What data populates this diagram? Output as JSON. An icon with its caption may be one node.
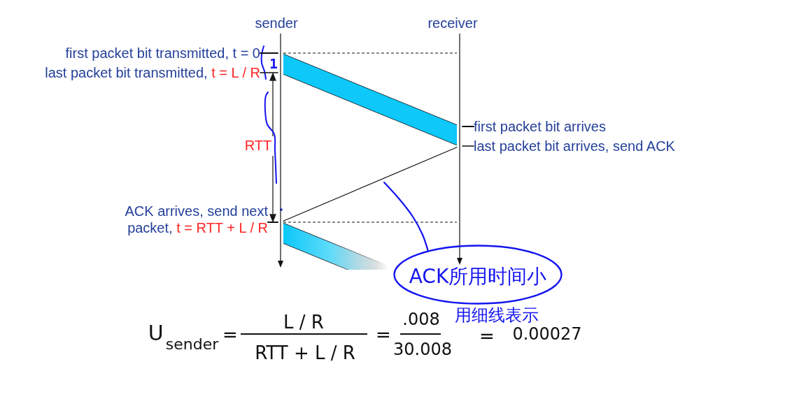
{
  "diagram": {
    "nodes": [
      {
        "text": [],
        "shape": "bar",
        "beside": [
          "sender"
        ]
      },
      {
        "text": [],
        "shape": "bar",
        "beside": [
          "receiver"
        ]
      },
      {
        "text": [
          "first packet bit transmitted, t = 0"
        ]
      },
      {
        "text": [
          "last packet bit transmitted,",
          "t = L / R"
        ]
      },
      {
        "text": [
          "first packet bit arrives"
        ]
      },
      {
        "text": [
          "last packet bit arrives, send ACK"
        ]
      },
      {
        "text": [
          "ACK arrives, send next packet,",
          "t = RTT + L / R"
        ]
      },
      {
        "text": [
          "ACK所用时间小"
        ],
        "beside": [
          "用细线表示"
        ]
      }
    ],
    "edges": [
      {
        "from": 2,
        "to": 0,
        "arrow": "none"
      },
      {
        "from": 3,
        "to": 0,
        "arrow": "none"
      },
      {
        "from": 4,
        "to": 1,
        "arrow": "none"
      },
      {
        "from": 5,
        "to": 1,
        "arrow": "none"
      },
      {
        "from": 6,
        "to": 0,
        "arrow": "none"
      },
      {
        "from": 0,
        "to": 1,
        "arrow": "none",
        "style": "thick",
        "color": "#0bc8f8"
      },
      {
        "from": 1,
        "to": 0,
        "arrow": "none"
      },
      {
        "from": 0,
        "to": null,
        "arrow": "none",
        "style": "thick",
        "color": "#0bc8f8"
      },
      {
        "from": 0,
        "to": 1,
        "arrow": "none",
        "style": "dashed"
      },
      {
        "from": 0,
        "to": 1,
        "arrow": "none",
        "style": "dashed"
      },
      {
        "from": 7,
        "to": null,
        "arrow": "none",
        "color": "#1414f0"
      }
    ],
    "labels": [
      "1",
      "RTT",
      "U$_{sender}$",
      "=",
      "L / R",
      "RTT + L / R",
      "=",
      ".008",
      "30.008",
      "=",
      "0.00027"
    ]
  }
}
